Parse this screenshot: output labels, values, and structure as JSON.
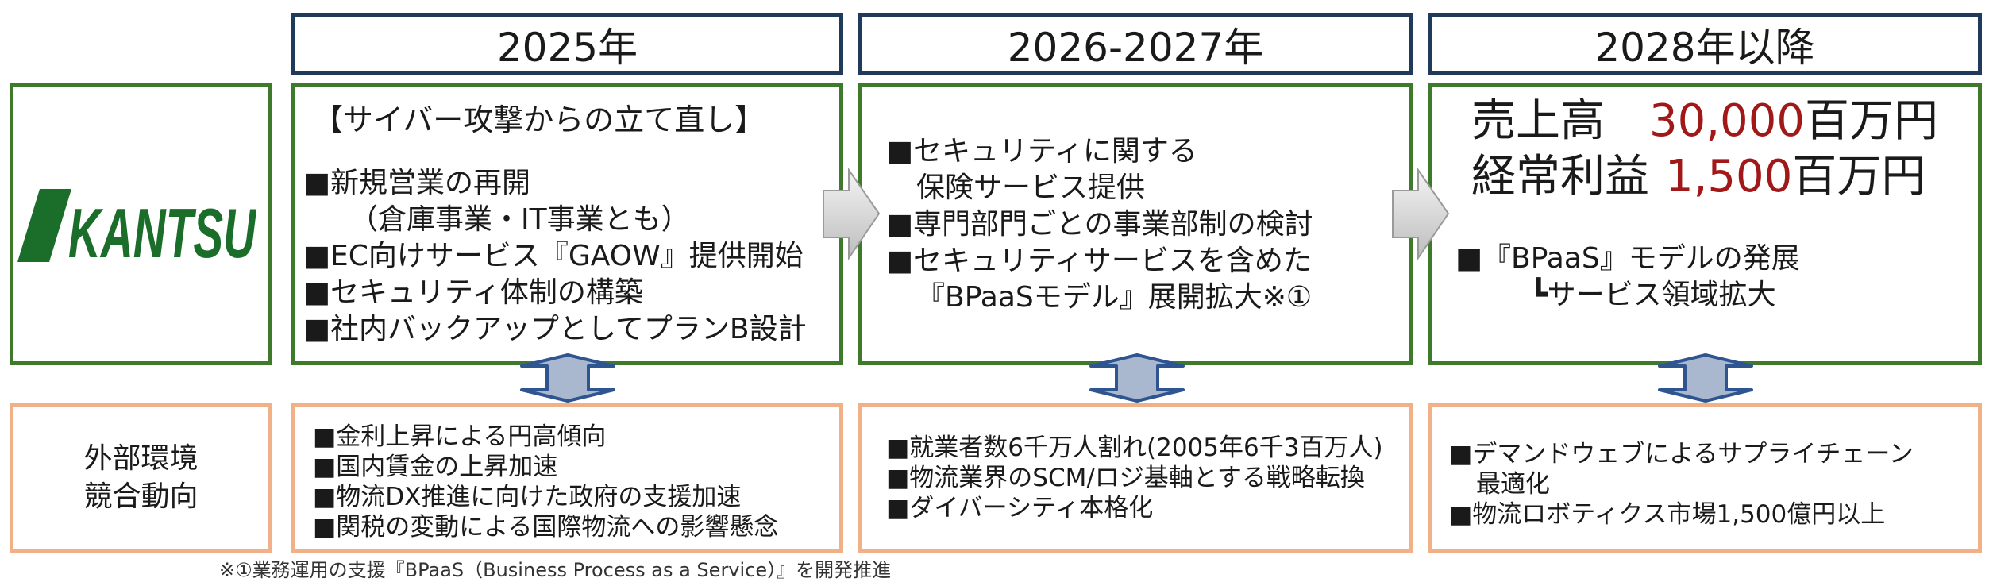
{
  "headers": [
    "2025年",
    "2026-2027年",
    "2028年以降"
  ],
  "logo": {
    "text": "KANTSU",
    "color": "#1a6e2a"
  },
  "col2025": {
    "title": "【サイバー攻撃からの立て直し】",
    "items": [
      "■新規営業の再開",
      "（倉庫事業・IT事業とも）",
      "■EC向けサービス『GAOW』提供開始",
      "■セキュリティ体制の構築",
      "■社内バックアップとしてプランB設計"
    ]
  },
  "col2026": {
    "items": [
      "■セキュリティに関する",
      "保険サービス提供",
      "■専門部門ごとの事業部制の検討",
      "■セキュリティサービスを含めた",
      "『BPaaSモデル』展開拡大※①"
    ]
  },
  "col2028": {
    "kpis": [
      {
        "label": "売上高",
        "value": "30,000",
        "unit": "百万円"
      },
      {
        "label": "経常利益",
        "value": "1,500",
        "unit": "百万円"
      }
    ],
    "items": [
      "■『BPaaS』モデルの発展",
      "┗サービス領域拡大"
    ]
  },
  "env_label": [
    "外部環境",
    "競合動向"
  ],
  "env2025": [
    "■金利上昇による円高傾向",
    "■国内賃金の上昇加速",
    "■物流DX推進に向けた政府の支援加速",
    "■関税の変動による国際物流への影響懸念"
  ],
  "env2026": [
    "■就業者数6千万人割れ(2005年6千3百万人)",
    "■物流業界のSCM/ロジ基軸とする戦略転換",
    "■ダイバーシティ本格化"
  ],
  "env2028": [
    "■デマンドウェブによるサプライチェーン",
    "最適化",
    "■物流ロボティクス市場1,500億円以上"
  ],
  "footnote": "※①業務運用の支援『BPaaS（Business Process as a Service）』を開発推進"
}
